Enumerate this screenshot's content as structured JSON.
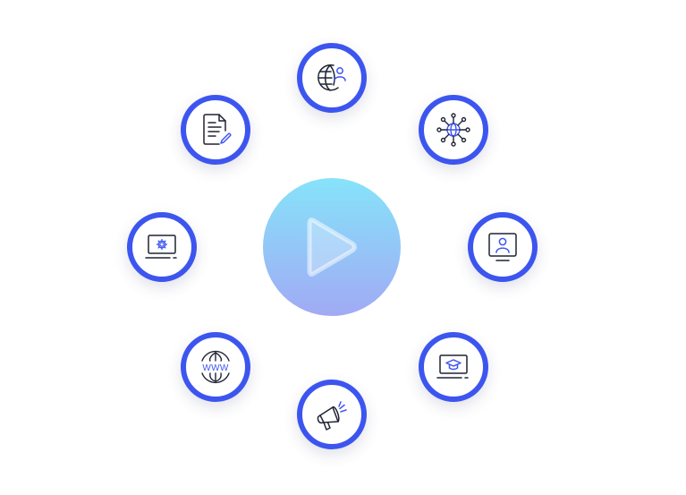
{
  "center": {
    "icon": "play-icon"
  },
  "nodes": [
    {
      "id": "top",
      "icon": "globe-user-icon"
    },
    {
      "id": "top-right",
      "icon": "network-globe-icon"
    },
    {
      "id": "right",
      "icon": "monitor-user-icon"
    },
    {
      "id": "bottom-right",
      "icon": "laptop-graduation-cap-icon"
    },
    {
      "id": "bottom",
      "icon": "megaphone-icon"
    },
    {
      "id": "bottom-left",
      "icon": "www-globe-icon"
    },
    {
      "id": "left",
      "icon": "laptop-settings-icon"
    },
    {
      "id": "top-left",
      "icon": "document-edit-icon"
    }
  ],
  "colors": {
    "ring": "#3d55ef",
    "icon_stroke": "#1f2433",
    "icon_accent": "#3d55ef",
    "orb_top": "#86e3fa",
    "orb_bottom": "#a1aaf4"
  },
  "text": "WWW"
}
